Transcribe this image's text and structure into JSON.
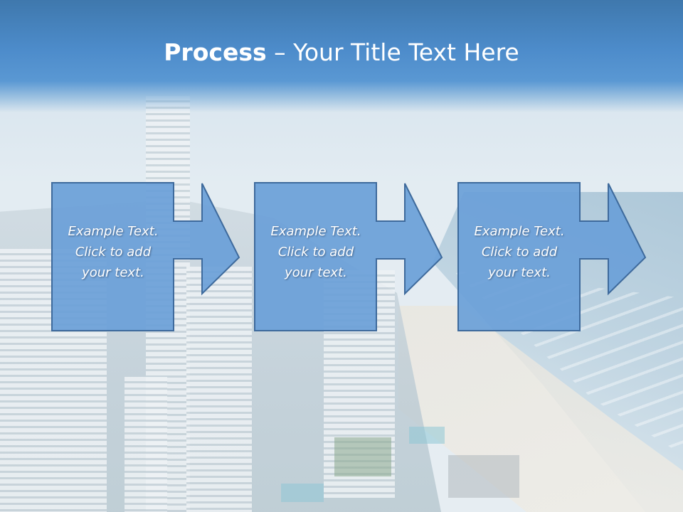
{
  "title": {
    "bold": "Process",
    "rest": " – Your Title Text Here"
  },
  "steps": [
    {
      "text": "Example Text.\nClick  to add\nyour text."
    },
    {
      "text": "Example Text.\nClick  to add\nyour text."
    },
    {
      "text": "Example Text.\nClick  to add\nyour text."
    }
  ],
  "colors": {
    "title_bar": "#4d8ccb",
    "box_fill": "#6a9fd8",
    "box_border": "#3e6a9c",
    "text": "#ffffff"
  }
}
